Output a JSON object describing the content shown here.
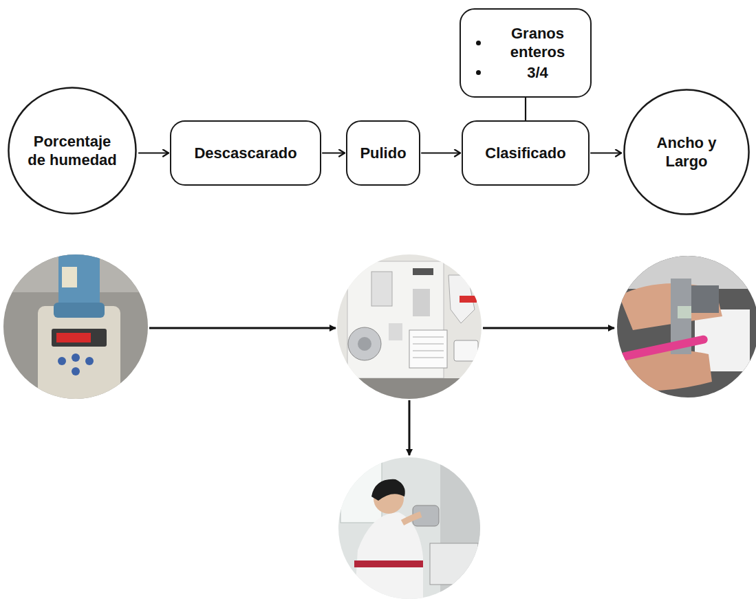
{
  "diagram": {
    "nodes": [
      {
        "text": [
          "Porcentaje de humedad"
        ]
      },
      {
        "text": [
          "Descascarado"
        ]
      },
      {
        "text": [
          "Pulido"
        ]
      },
      {
        "text": [
          "Clasificado"
        ]
      },
      {
        "text": [
          "Granos enteros",
          "3/4"
        ]
      },
      {
        "text": [
          "Ancho y Largo"
        ]
      }
    ],
    "edges": [
      {
        "from": 0,
        "to": 1,
        "arrow": "to"
      },
      {
        "from": 1,
        "to": 2,
        "arrow": "to"
      },
      {
        "from": 2,
        "to": 3,
        "arrow": "to"
      },
      {
        "from": 3,
        "to": 4,
        "arrow": "none"
      },
      {
        "from": 3,
        "to": 5,
        "arrow": "to"
      }
    ]
  }
}
